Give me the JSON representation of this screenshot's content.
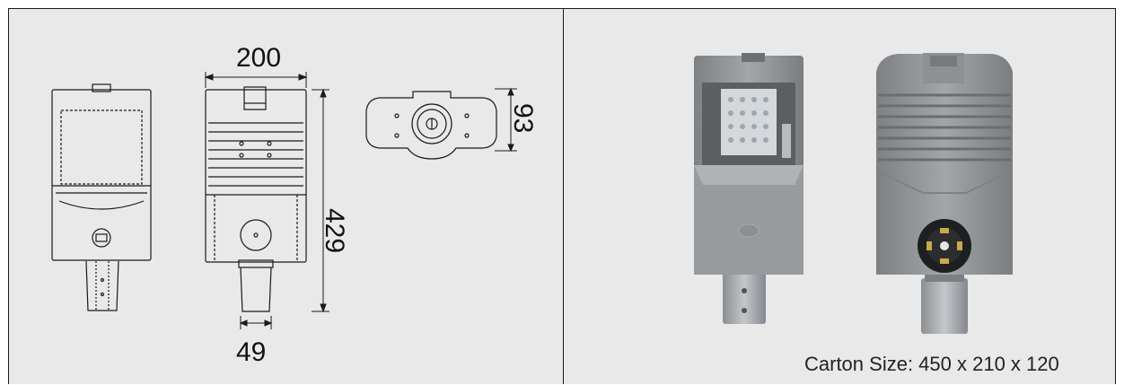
{
  "dimensions": {
    "width": "200",
    "height": "429",
    "depth": "93",
    "stem_diameter": "49"
  },
  "carton_size": "Carton Size: 450 x 210 x 120",
  "colors": {
    "background": "#e9e9e9",
    "line": "#1a1a1a",
    "housing": "#8a8d90",
    "housing_light": "#a7aaad",
    "led_panel": "#d9dde0"
  }
}
